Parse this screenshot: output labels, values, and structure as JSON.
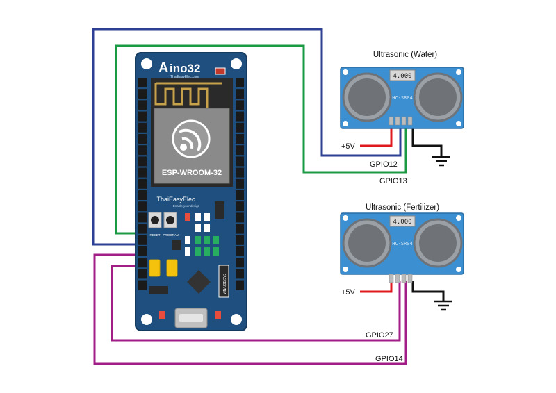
{
  "board": {
    "brand": "ino32",
    "brand_sub": "ThaiEasyElec.com",
    "module": "ESP-WROOM-32",
    "maker": "ThaiEasyElec",
    "maker_tag": "Enable your design",
    "btn_reset": "RESET",
    "btn_program": "PROGRAM",
    "side_label": "VIN/USB/3V3"
  },
  "sensors": [
    {
      "title": "Ultrasonic (Water)",
      "display": "4.000",
      "model": "HC-SR04",
      "vcc": "+5V",
      "trig": "GPIO12",
      "echo": "GPIO13"
    },
    {
      "title": "Ultrasonic (Fertilizer)",
      "display": "4.000",
      "model": "HC-SR04",
      "vcc": "+5V",
      "trig": "GPIO27",
      "echo": "GPIO14"
    }
  ],
  "colors": {
    "wire_blue": "#2e3f96",
    "wire_green": "#1b9a44",
    "wire_magenta": "#a01e85",
    "wire_red": "#e0191e",
    "wire_black": "#111111",
    "board": "#1e4f7e",
    "sensor": "#3c8fd0"
  }
}
